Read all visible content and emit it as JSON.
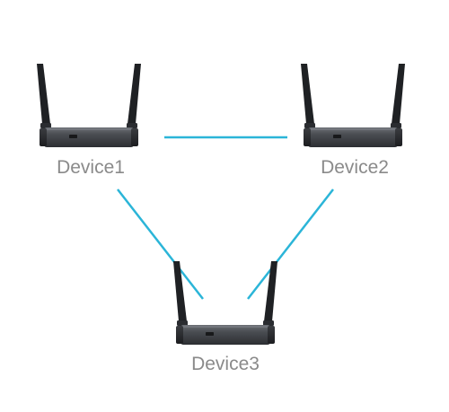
{
  "diagram": {
    "devices": [
      {
        "id": "device1",
        "label": "Device1"
      },
      {
        "id": "device2",
        "label": "Device2"
      },
      {
        "id": "device3",
        "label": "Device3"
      }
    ],
    "links": [
      {
        "from": "device1",
        "to": "device2"
      },
      {
        "from": "device1",
        "to": "device3"
      },
      {
        "from": "device2",
        "to": "device3"
      }
    ],
    "colors": {
      "link": "#2bb5d8",
      "label": "#8a8a8a",
      "antenna": "#1f2124",
      "body": "#4a4d52",
      "body_dark": "#2c2e32",
      "background": "#ffffff"
    }
  }
}
